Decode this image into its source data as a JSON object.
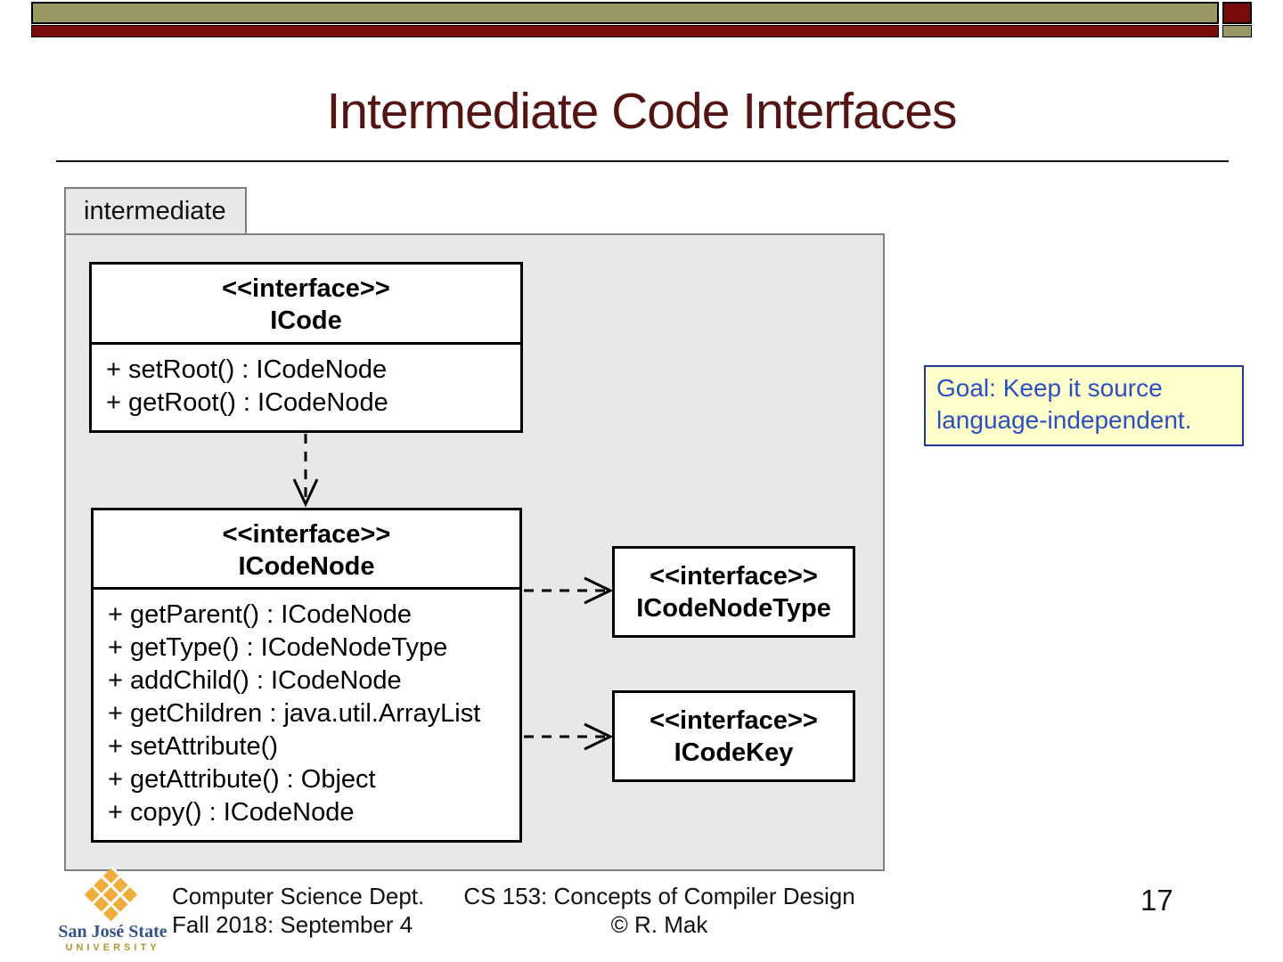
{
  "slide": {
    "title": "Intermediate Code Interfaces",
    "page_number": "17"
  },
  "package": {
    "name": "intermediate"
  },
  "diagram": {
    "icode": {
      "stereotype": "<<interface>>",
      "name": "ICode",
      "methods": [
        "+ setRoot() : ICodeNode",
        "+ getRoot() : ICodeNode"
      ]
    },
    "icodenode": {
      "stereotype": "<<interface>>",
      "name": "ICodeNode",
      "methods": [
        "+ getParent() : ICodeNode",
        "+ getType() : ICodeNodeType",
        "+ addChild() : ICodeNode",
        "+ getChildren : java.util.ArrayList",
        "+ setAttribute()",
        "+ getAttribute() : Object",
        "+ copy() : ICodeNode"
      ]
    },
    "icodenodetype": {
      "stereotype": "<<interface>>",
      "name": "ICodeNodeType"
    },
    "icodekey": {
      "stereotype": "<<interface>>",
      "name": "ICodeKey"
    }
  },
  "note": {
    "text": "Goal: Keep it source language-independent."
  },
  "footer": {
    "dept_line1": "Computer Science Dept.",
    "dept_line2": "Fall 2018: September 4",
    "course_line1": "CS 153: Concepts of Compiler Design",
    "course_line2": "© R. Mak",
    "logo_line1": "San José State",
    "logo_line2": "UNIVERSITY"
  },
  "colors": {
    "olive": "#999966",
    "dark_red": "#7a0b0b",
    "title_maroon": "#541414",
    "package_bg": "#e8e8e8",
    "note_bg": "#ffffcc",
    "note_border": "#1e3a96",
    "note_text": "#2a4fc0",
    "logo_gold": "#f0ad3e",
    "logo_blue": "#33518a"
  }
}
